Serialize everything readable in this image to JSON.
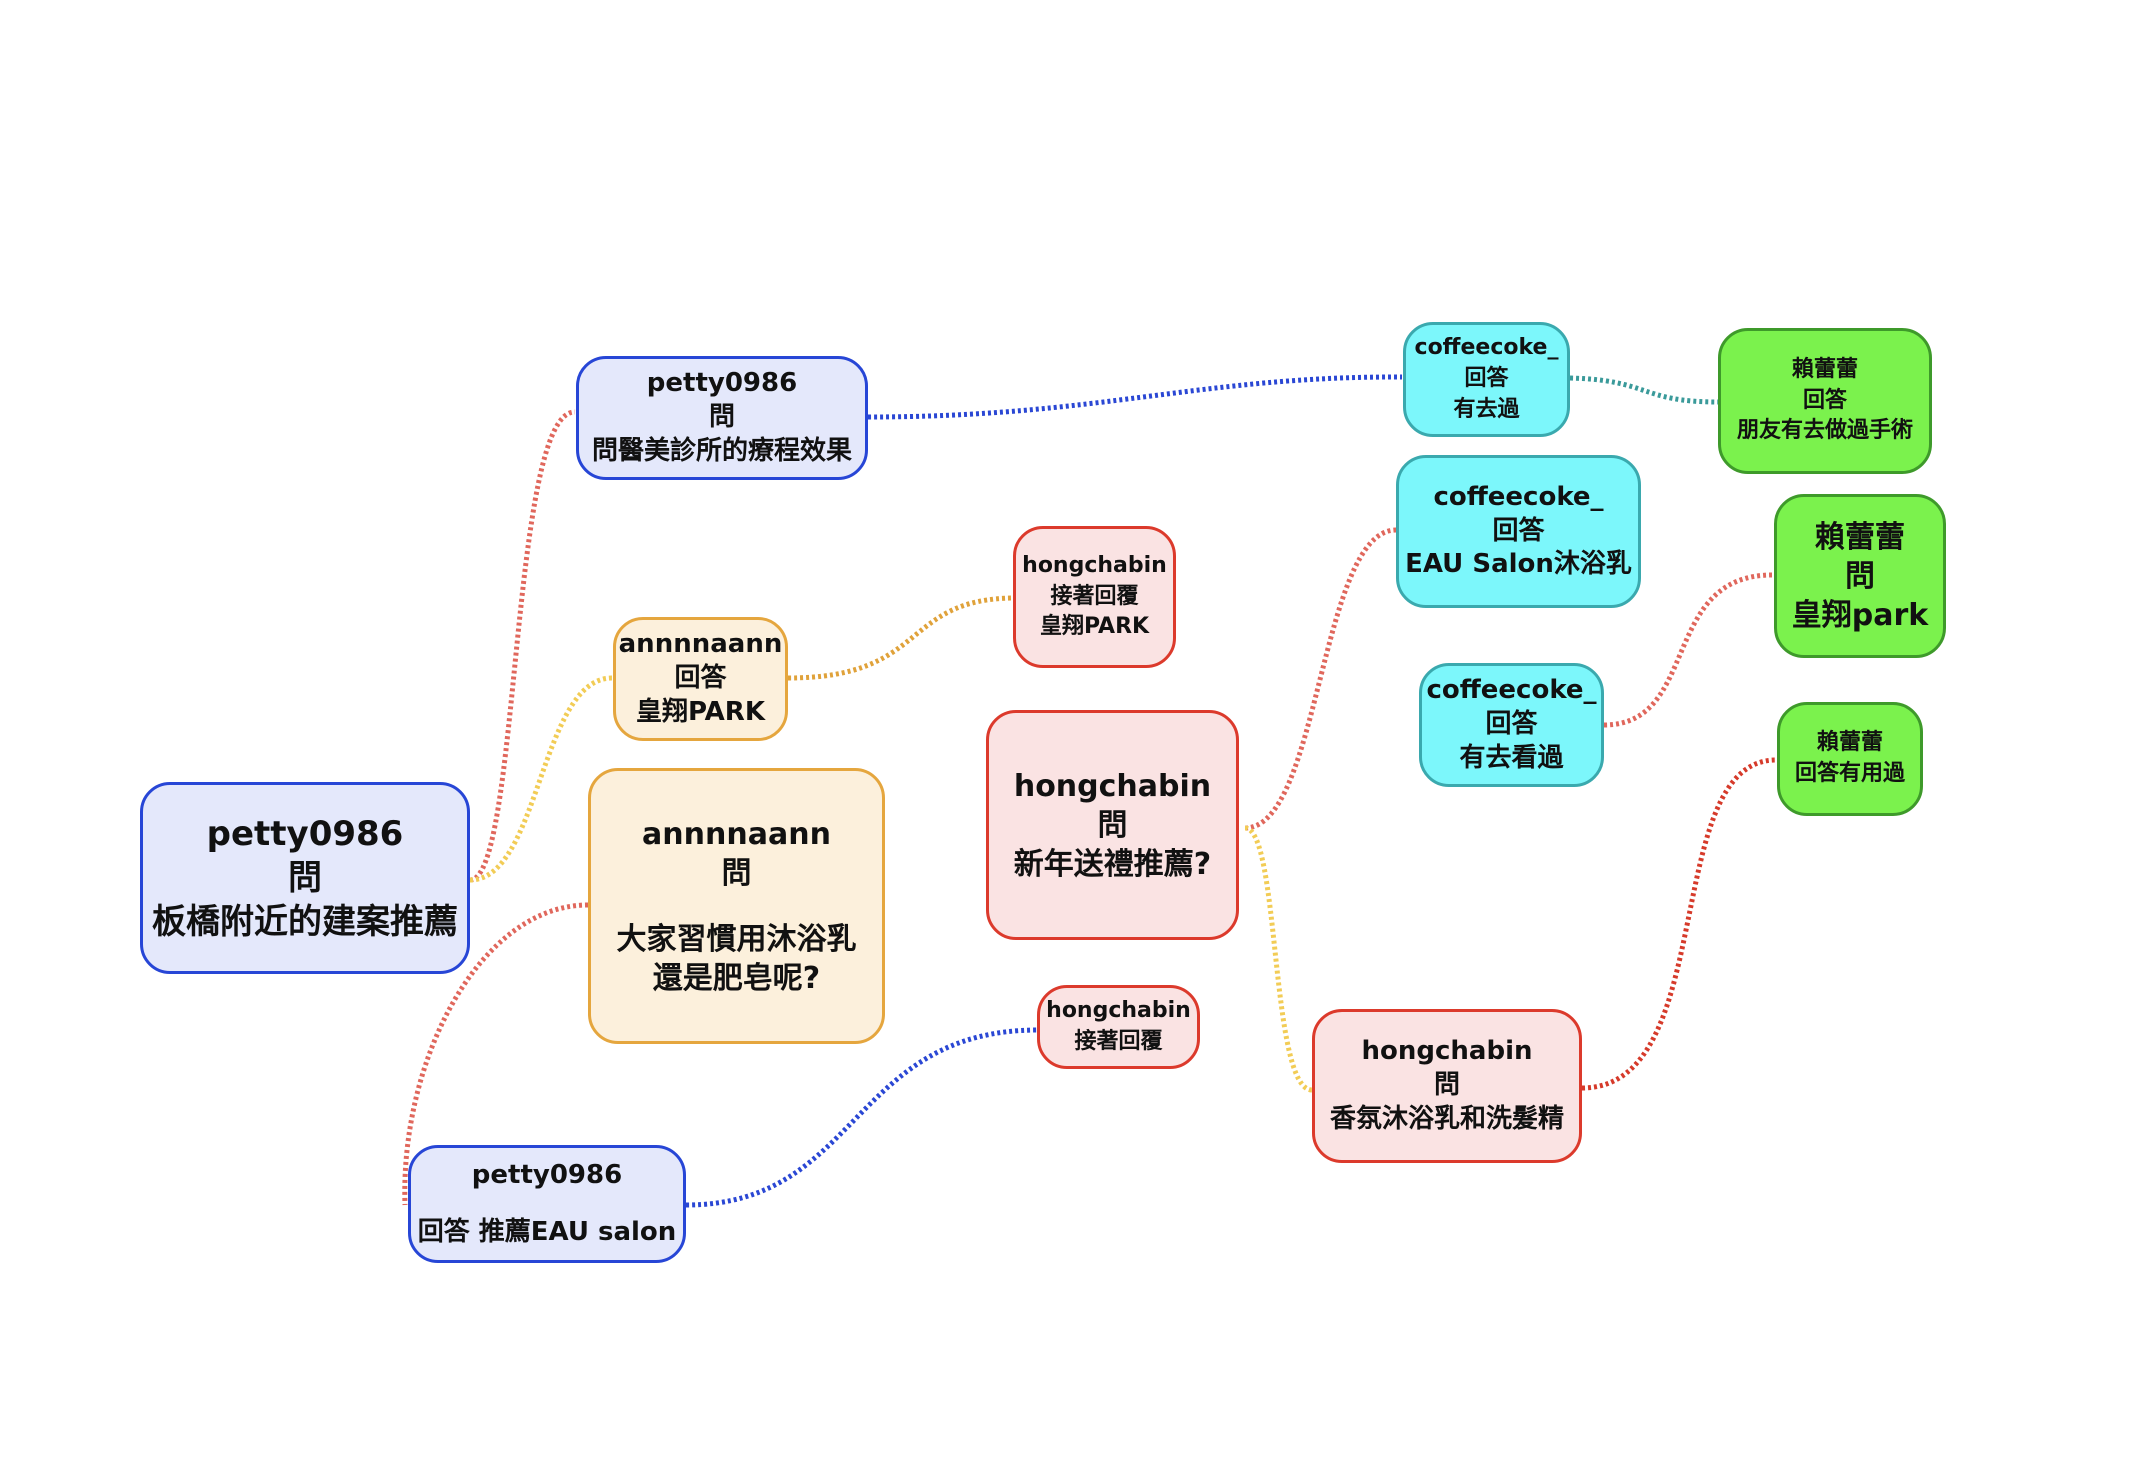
{
  "colors": {
    "blue_fill": "#e4e8fb",
    "blue_border": "#2746d6",
    "orange_fill": "#fcf0dc",
    "orange_border": "#e5a63e",
    "pink_fill": "#fae3e3",
    "pink_border": "#dc3a2c",
    "cyan_fill": "#7cf7fb",
    "cyan_border": "#3aa9ae",
    "green_fill": "#7bf24d",
    "green_border": "#3e9a2a",
    "link_red": "#e0675c",
    "link_yellow": "#f2cc55",
    "link_orange": "#e0a23a",
    "link_blue": "#2a47d4",
    "link_teal": "#3a9a9a",
    "link_darkred": "#d63a2a"
  },
  "nodes": {
    "root": {
      "user": "petty0986",
      "type": "問",
      "text": "板橋附近的建案推薦"
    },
    "clinic_question": {
      "user": "petty0986",
      "type": "問",
      "text": "問醫美診所的療程效果"
    },
    "annnnaann_answer": {
      "user": "annnnaann",
      "type": "回答",
      "text": "皇翔PARK"
    },
    "annnnaann_question": {
      "user": "annnnaann",
      "type": "問",
      "text_line1": "大家習慣用沐浴乳",
      "text_line2": "還是肥皂呢?"
    },
    "petty_answer": {
      "user": "petty0986",
      "text": "回答 推薦EAU salon"
    },
    "hongchabin_reply_park": {
      "user": "hongchabin",
      "type": "接著回覆",
      "text": "皇翔PARK"
    },
    "hongchabin_reply": {
      "user": "hongchabin",
      "type": "接著回覆"
    },
    "hongchabin_question": {
      "user": "hongchabin",
      "type": "問",
      "text": "新年送禮推薦?"
    },
    "hongchabin_question2": {
      "user": "hongchabin",
      "type": "問",
      "text": "香氛沐浴乳和洗髮精"
    },
    "coffeecoke_clinic": {
      "user": "coffeecoke_",
      "type": "回答",
      "text": "有去過"
    },
    "coffeecoke_eau": {
      "user": "coffeecoke_",
      "type": "回答",
      "text": "EAU Salon沐浴乳"
    },
    "coffeecoke_seen": {
      "user": "coffeecoke_",
      "type": "回答",
      "text": "有去看過"
    },
    "lai_friend": {
      "user": "賴蕾蕾",
      "type": "回答",
      "text": "朋友有去做過手術"
    },
    "lai_question": {
      "user": "賴蕾蕾",
      "type": "問",
      "text": "皇翔park"
    },
    "lai_used": {
      "user": "賴蕾蕾",
      "text": "回答有用過"
    }
  }
}
